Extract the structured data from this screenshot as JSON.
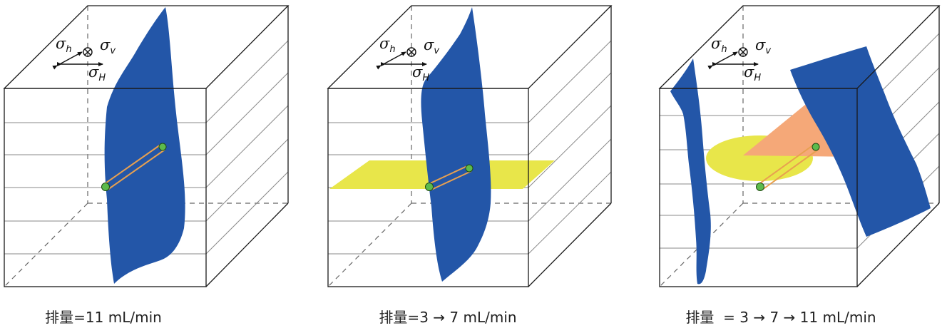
{
  "panels": [
    {
      "caption": "排量=11 mL/min"
    },
    {
      "caption": "排量=3 → 7 mL/min"
    },
    {
      "caption": "排量  = 3 → 7 → 11 mL/min"
    }
  ],
  "stress_labels": {
    "sigma": "σ",
    "h_sub": "h",
    "v_sub": "v",
    "H_sub": "H"
  },
  "colors": {
    "fracture_blue": "#2356A8",
    "bedding_yellow": "#E8E64A",
    "fan_orange": "#F5A878",
    "wellbore_orange": "#E8A050",
    "port_green": "#5DBB4C",
    "cube_line": "#1a1a1a",
    "layer_line": "#8a8a8a"
  }
}
